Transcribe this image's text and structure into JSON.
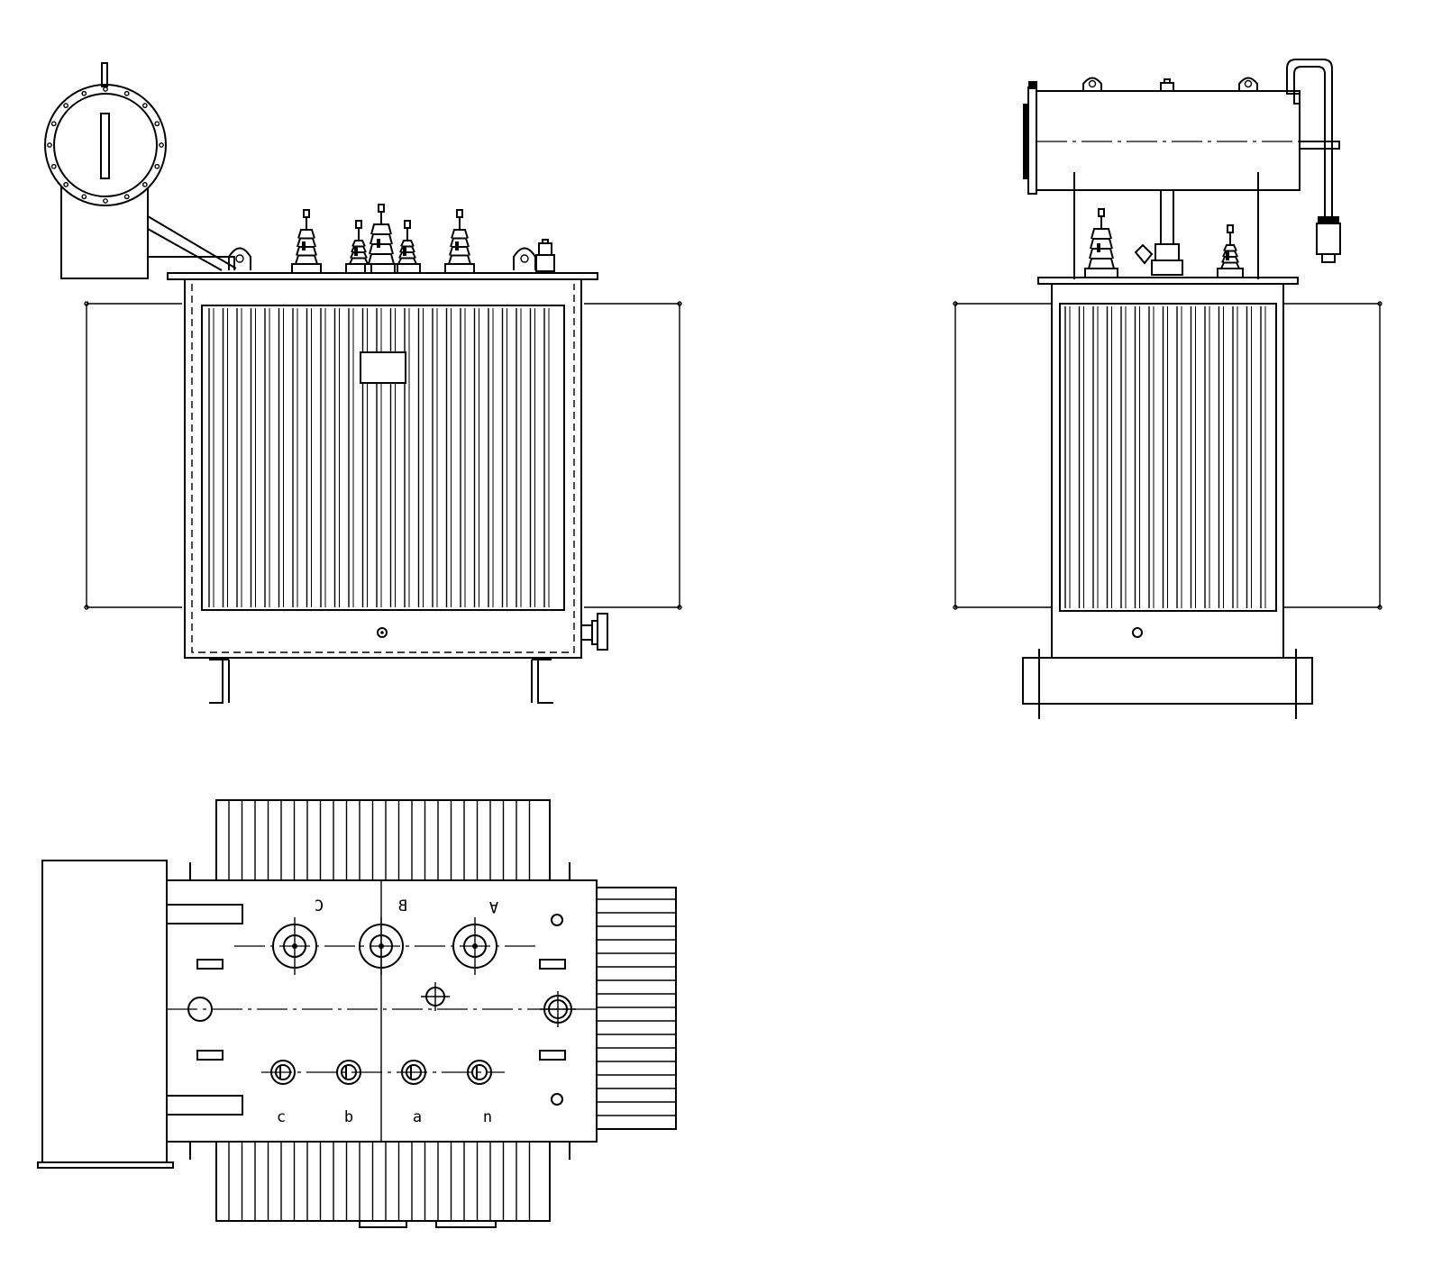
{
  "drawing": {
    "views": [
      "front-view",
      "side-view",
      "top-view"
    ],
    "colors": {
      "line": "#000000",
      "background": "#ffffff"
    },
    "top_view": {
      "hv_terminals": [
        "C",
        "B",
        "A"
      ],
      "lv_terminals": [
        "c",
        "b",
        "a",
        "n"
      ]
    }
  }
}
